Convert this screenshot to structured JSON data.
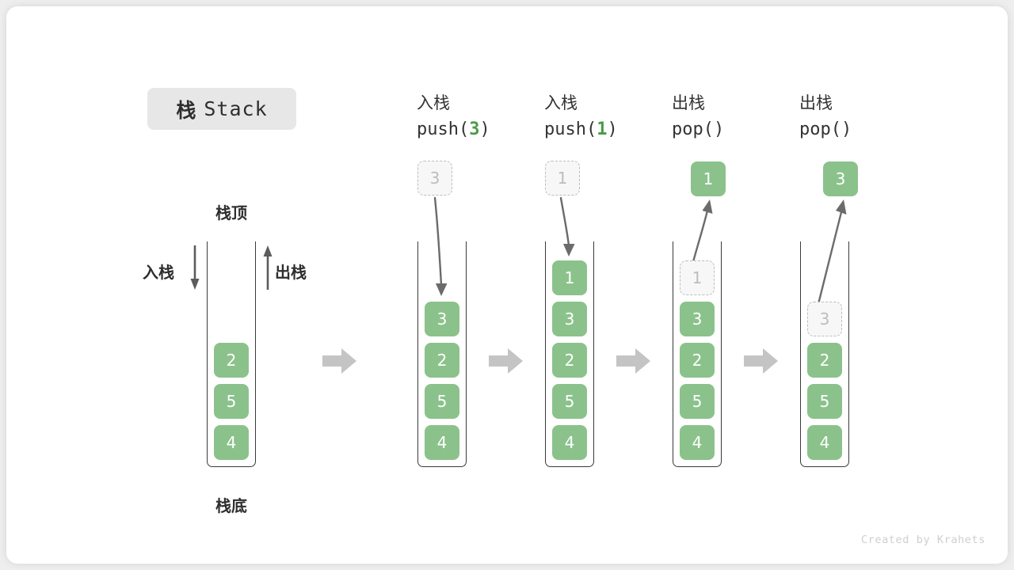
{
  "figure": {
    "title_cn": "栈",
    "title_en": "Stack",
    "credit": "Created by Krahets"
  },
  "legend": {
    "top_label": "栈顶",
    "bottom_label": "栈底",
    "push_label": "入栈",
    "pop_label": "出栈"
  },
  "colors": {
    "cell_fill": "#8bc28b",
    "cell_text": "#ffffff",
    "ghost_fill": "#f7f7f7",
    "ghost_border": "#bdbdbd",
    "ghost_text": "#bdbdbd",
    "container_stroke": "#3a3a3a",
    "arrow_gray": "#6b6b6b",
    "flow_arrow": "#c4c4c4",
    "accent_green": "#4a9a4a",
    "chip_bg": "#e7e7e7",
    "text": "#2e2e2e",
    "canvas": "#ffffff"
  },
  "stages": [
    {
      "id": "initial",
      "head_line1": "",
      "head_line2": "",
      "head_arg": "",
      "cells": [
        "2",
        "5",
        "4"
      ],
      "ghost_in_stack": null,
      "ghost_above": null,
      "popped_above": null
    },
    {
      "id": "push-3",
      "head_line1": "入栈",
      "head_line2_prefix": "push(",
      "head_arg": "3",
      "head_line2_suffix": ")",
      "cells": [
        "3",
        "2",
        "5",
        "4"
      ],
      "ghost_in_stack": null,
      "ghost_above": "3",
      "popped_above": null
    },
    {
      "id": "push-1",
      "head_line1": "入栈",
      "head_line2_prefix": "push(",
      "head_arg": "1",
      "head_line2_suffix": ")",
      "cells": [
        "1",
        "3",
        "2",
        "5",
        "4"
      ],
      "ghost_in_stack": null,
      "ghost_above": "1",
      "popped_above": null
    },
    {
      "id": "pop-1",
      "head_line1": "出栈",
      "head_line2_prefix": "pop(",
      "head_arg": "",
      "head_line2_suffix": ")",
      "cells": [
        "3",
        "2",
        "5",
        "4"
      ],
      "ghost_in_stack": "1",
      "ghost_above": null,
      "popped_above": "1"
    },
    {
      "id": "pop-3",
      "head_line1": "出栈",
      "head_line2_prefix": "pop(",
      "head_arg": "",
      "head_line2_suffix": ")",
      "cells": [
        "2",
        "5",
        "4"
      ],
      "ghost_in_stack": "3",
      "ghost_above": null,
      "popped_above": "3"
    }
  ],
  "chart_data": {
    "type": "diagram",
    "title": "栈 Stack",
    "description": "Stack push/pop operation sequence",
    "sequence": [
      {
        "op": "initial",
        "stack_top_to_bottom": [
          "2",
          "5",
          "4"
        ]
      },
      {
        "op": "push(3)",
        "stack_top_to_bottom": [
          "3",
          "2",
          "5",
          "4"
        ]
      },
      {
        "op": "push(1)",
        "stack_top_to_bottom": [
          "1",
          "3",
          "2",
          "5",
          "4"
        ]
      },
      {
        "op": "pop()",
        "returned": "1",
        "stack_top_to_bottom": [
          "3",
          "2",
          "5",
          "4"
        ]
      },
      {
        "op": "pop()",
        "returned": "3",
        "stack_top_to_bottom": [
          "2",
          "5",
          "4"
        ]
      }
    ]
  }
}
